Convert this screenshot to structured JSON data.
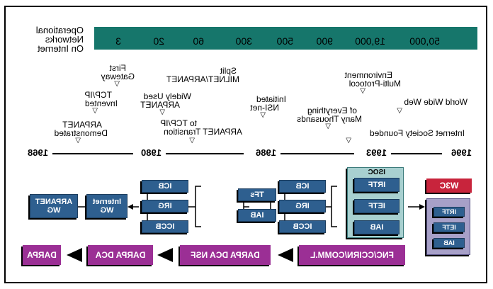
{
  "colors": {
    "band": "#16766b",
    "box_blue": "#2e5f8f",
    "box_purple": "#9b2f95",
    "isoc_fill": "#a8d0d0",
    "w3c_red": "#c8243c",
    "w3c_group": "#a7a0c8"
  },
  "networks": {
    "label_lines": [
      "Operational",
      "Networks",
      "On Internet"
    ],
    "values": [
      "3",
      "20",
      "60",
      "300",
      "500",
      "900",
      "19,000",
      "50,000"
    ]
  },
  "timeline": {
    "years": [
      "1968",
      "1980",
      "1986",
      "1993",
      "1996"
    ]
  },
  "events": {
    "arpanet_demo": [
      "ARPANET",
      "Demonstrated"
    ],
    "tcpip_invented": [
      "TCP/IP",
      "Invented"
    ],
    "first_gateway": [
      "First",
      "Gateway"
    ],
    "arpanet_transition": [
      "ARPANET Transition",
      "to TCP/IP"
    ],
    "arpanet_widely_used": [
      "ARPANET",
      "Widely Used"
    ],
    "milnet_split": [
      "MILNET/ARPANET",
      "Split"
    ],
    "nsi_net": [
      "NSI-net",
      "Initiated"
    ],
    "many_thousands": [
      "Many Thousands",
      "of Everything"
    ],
    "multi_protocol": [
      "Multi-Protocol",
      "Environment"
    ],
    "isoc_founded": "Internet Society Founded",
    "www": "World Wide Web"
  },
  "org": {
    "arpanet_wg": [
      "ARPANET",
      "WG"
    ],
    "internet_wg": [
      "Internet",
      "WG"
    ],
    "group1": [
      "ICB",
      "IRG",
      "ICCB"
    ],
    "group2": [
      "TFs",
      "IAB"
    ],
    "group3": [
      "ICB",
      "IRG",
      "ICCB"
    ],
    "isoc_label": "ISOC",
    "isoc_boxes": [
      "IRTF",
      "IETF",
      "IAB"
    ],
    "w3c": "W3C",
    "w3c_boxes": [
      "IRTF",
      "IETF",
      "IAB"
    ]
  },
  "funding": [
    "DARPA",
    "DARPA DCA",
    "DARPA DCA NSF",
    "FNC/CCIRN/COMM.L"
  ]
}
